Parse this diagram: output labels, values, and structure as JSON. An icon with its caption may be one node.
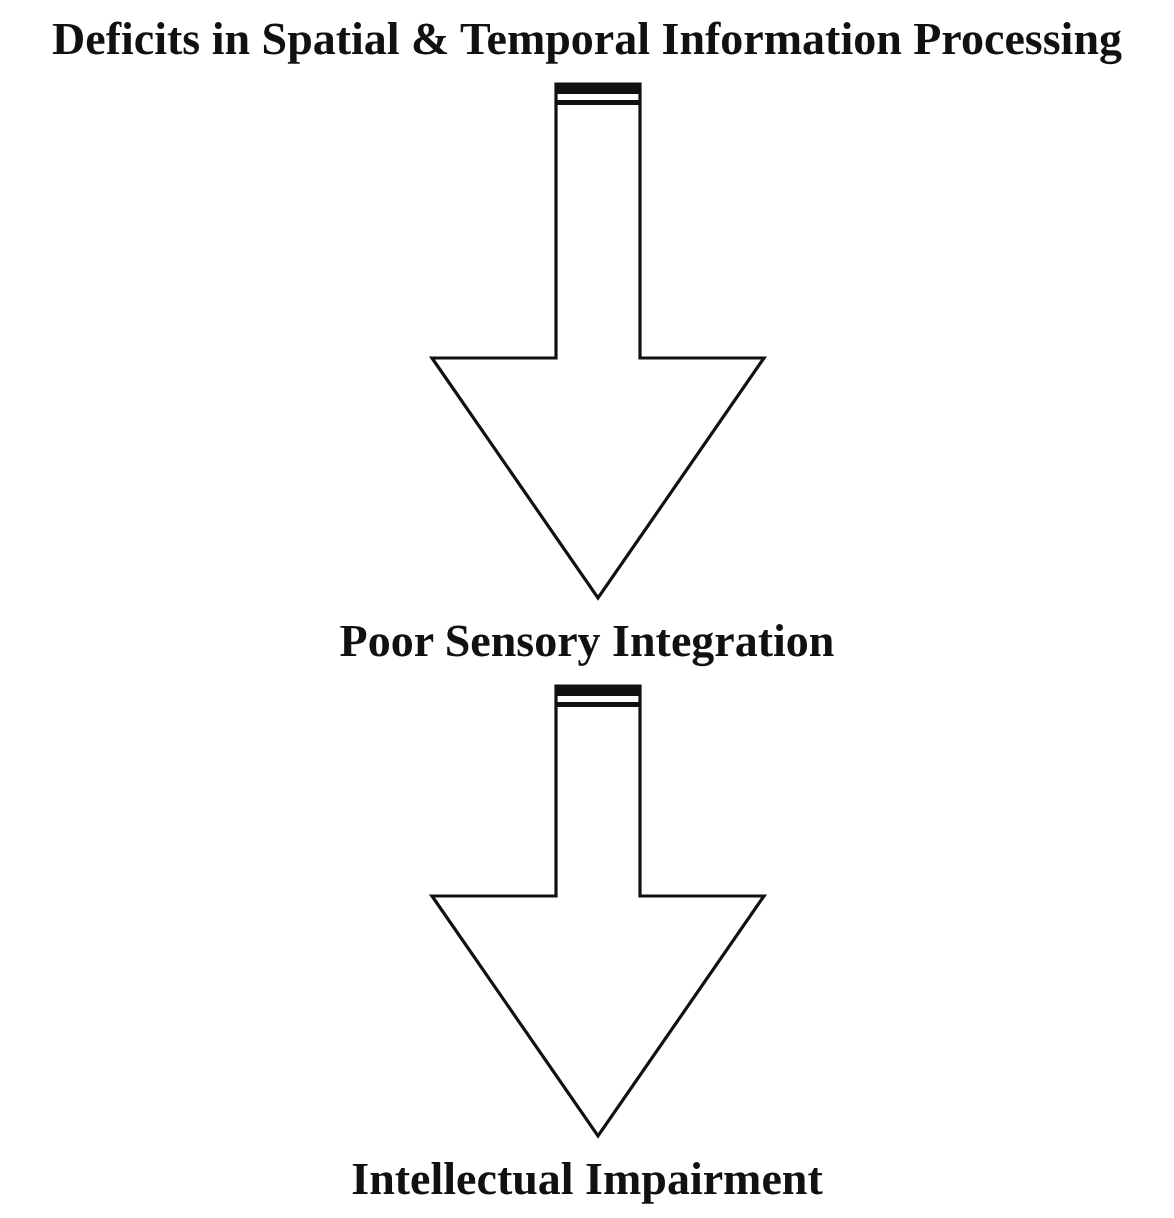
{
  "diagram": {
    "nodes": [
      {
        "text": [
          "Deficits in Spatial & Temporal Information Processing"
        ]
      },
      {
        "text": [
          "Poor Sensory Integration"
        ]
      },
      {
        "text": [
          "Intellectual Impairment"
        ]
      }
    ],
    "edges": [
      {
        "from": 0,
        "to": 1,
        "arrow": "to"
      },
      {
        "from": 1,
        "to": 2,
        "arrow": "to"
      }
    ]
  }
}
